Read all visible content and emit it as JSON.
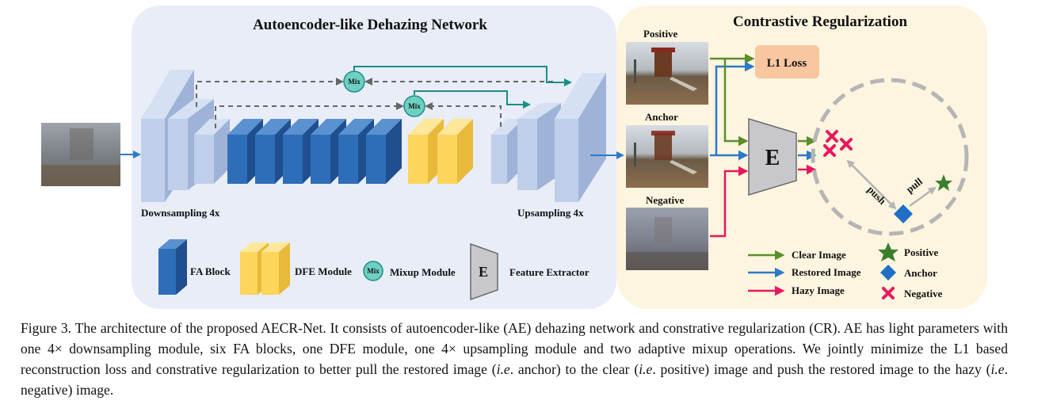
{
  "figure": {
    "ae_title": "Autoencoder-like Dehazing Network",
    "cr_title": "Contrastive Regularization",
    "downsampling_label": "Downsampling 4x",
    "upsampling_label": "Upsampling 4x",
    "mix_label": "Mix",
    "l1_loss_label": "L1 Loss",
    "extractor_letter": "E",
    "positive_label": "Positive",
    "anchor_label": "Anchor",
    "negative_label": "Negative",
    "push_label": "push",
    "pull_label": "pull",
    "legend": {
      "fa_block": "FA Block",
      "dfe_module": "DFE Module",
      "mix_icon": "Mix",
      "mixup_module": "Mixup Module",
      "feature_extractor_letter": "E",
      "feature_extractor": "Feature Extractor",
      "clear_image": "Clear Image",
      "restored_image": "Restored Image",
      "hazy_image": "Hazy Image",
      "positive": "Positive",
      "anchor": "Anchor",
      "negative": "Negative"
    },
    "colors": {
      "ae_bg": "#e8edf8",
      "cr_bg": "#fdf5df",
      "fa_block": "#2e6eb8",
      "dfe_module": "#fcd55a",
      "light_block": "#bfcfea",
      "mix": "#6fcfc2",
      "l1_loss": "#f8c7a0",
      "clear_arrow": "#5a8e2a",
      "restored_arrow": "#2e79c7",
      "hazy_arrow": "#e8175d",
      "positive_star": "#3a7f2e",
      "anchor_diamond": "#1f6fc6",
      "negative_cross": "#e8175d"
    }
  },
  "caption": {
    "part1": "Figure 3. The architecture of the proposed AECR-Net. It consists of autoencoder-like (AE) dehazing network and constrative regularization (CR). AE has light parameters with one 4× downsampling module, six FA blocks, one DFE module, one 4× upsampling module and two adaptive mixup operations. We jointly minimize the L1 based reconstruction loss and constrative regularization to better pull the restored image (",
    "ie1": "i.e",
    "part2": ". anchor) to the clear (",
    "ie2": "i.e",
    "part3": ". positive) image and push the restored image to the hazy (",
    "ie3": "i.e",
    "part4": ". negative) image."
  }
}
